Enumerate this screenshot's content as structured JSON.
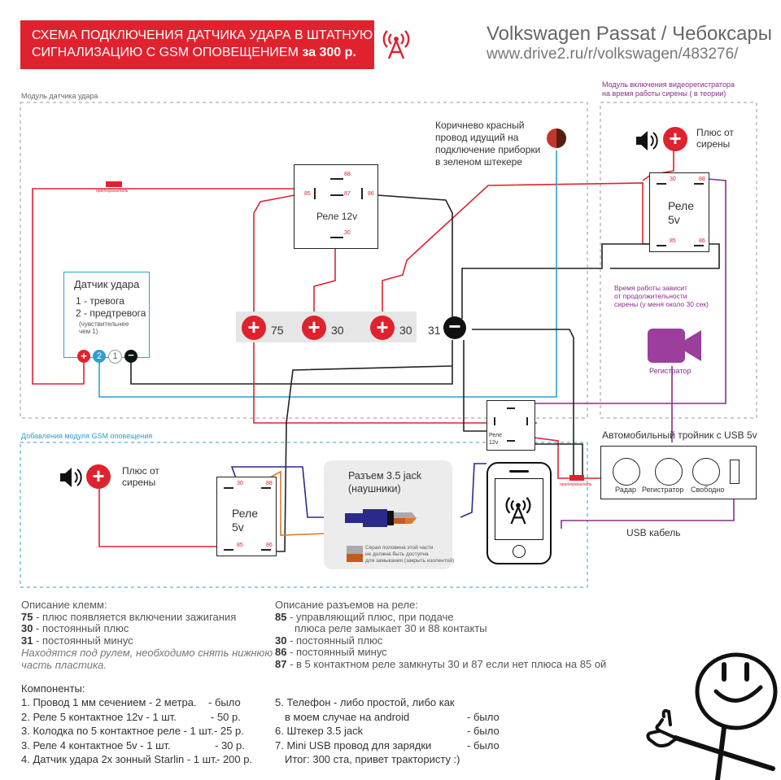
{
  "header": {
    "title_line1": "СХЕМА ПОДКЛЮЧЕНИЯ ДАТЧИКА УДАРА В ШТАТНУЮ",
    "title_line2_prefix": "СИГНАЛИЗАЦИЮ С GSM ОПОВЕЩЕНИЕМ ",
    "title_line2_bold": "за 300 р.",
    "car_title": "Volkswagen Passat / Чебоксары",
    "site_url": "www.drive2.ru/r/volkswagen/483276/"
  },
  "colors": {
    "brand_red": "#e0222f",
    "wire_blue": "#2d9fd0",
    "wire_purple": "#8b2d8e",
    "wire_navy": "#2b2a8a",
    "wire_orange": "#d97a2b"
  },
  "sections": {
    "shock_module": "Модуль датчика удара",
    "video_module_line1": "Модуль включения видеорегистратора",
    "video_module_line2": "на время работы сирены ( в теории)",
    "gsm_module": "Добавления модуля GSM оповещения"
  },
  "shock_sensor": {
    "title": "Датчик удара",
    "line1": "1 - тревога",
    "line2": "2 - предтревога",
    "note_line1": "(чувствительнее",
    "note_line2": "чем 1)",
    "pins": [
      "+",
      "2",
      "1",
      "−"
    ]
  },
  "fuse_label": "предохранитель",
  "brown_wire": {
    "line1": "Коричнево красный",
    "line2": "провод идущий на",
    "line3": "подключение приборки",
    "line4": "в зеленом штекере"
  },
  "relay12": {
    "label": "Реле 12v",
    "pins": {
      "p88": "88",
      "p85": "85",
      "p87": "87",
      "p86": "86",
      "p30": "30"
    }
  },
  "terminals": [
    {
      "sign": "+",
      "num": "75"
    },
    {
      "sign": "+",
      "num": "30"
    },
    {
      "sign": "+",
      "num": "30"
    },
    {
      "sign": "−",
      "num": "31"
    }
  ],
  "video_module": {
    "siren_plus": "Плюс от",
    "siren_plus2": "сирены",
    "relay_label1": "Реле",
    "relay_label2": "5v",
    "relay_pins": {
      "p30": "30",
      "p88": "88",
      "p85": "85",
      "p86": "86"
    },
    "time_note_line1": "Время работы зависит",
    "time_note_line2": "от продолжительности",
    "time_note_line3": "сирены (у меня около 30 сек)",
    "camera_label": "Регистратор"
  },
  "small_relay": {
    "line1": "Реле",
    "line2": "12v"
  },
  "usb_splitter": {
    "title": "Автомобильный тройник с USB 5v",
    "ports": [
      "Радар",
      "Регистратор",
      "Свободно"
    ],
    "cable_label": "USB кабель"
  },
  "gsm_module": {
    "siren_plus": "Плюс от",
    "siren_plus2": "сирены",
    "relay_label1": "Реле",
    "relay_label2": "5v",
    "relay_pins": {
      "p30": "30",
      "p88": "88",
      "p85": "85",
      "p86": "86"
    },
    "jack_title1": "Разъем 3.5 jack",
    "jack_title2": "(наушники)",
    "jack_note1": "Серая половина этой части",
    "jack_note2": "не должна быть доступна",
    "jack_note3": "для замыкания (закрыть изолентой)"
  },
  "terminal_desc": {
    "heading": "Описание клемм:",
    "rows": [
      {
        "k": "75",
        "v": " - плюс появляется включении зажигания"
      },
      {
        "k": "30",
        "v": " - постоянный плюс"
      },
      {
        "k": "31",
        "v": " - постоянный минус"
      }
    ],
    "note1": "Находятся под рулем, необходимо снять нижнюю",
    "note2": "часть пластика."
  },
  "relay_desc": {
    "heading": "Описание разъемов на реле:",
    "r85k": "85",
    "r85a": " - управляющий плюс, при подаче",
    "r85b": "плюса реле замыкает 30 и 88 контакты",
    "r30k": "30",
    "r30": " - постоянный плюс",
    "r86k": "86",
    "r86": " - постоянный минус",
    "r87k": "87",
    "r87": " - в 5 контактном реле замкнуты 30 и 87 если нет плюса на 85 ой"
  },
  "components": {
    "heading": "Компоненты:",
    "left": [
      {
        "name": "1. Провод 1 мм сечением - 2 метра.",
        "val": "- было"
      },
      {
        "name": "2. Реле 5 контактное 12v - 1 шт.",
        "val": "- 50 р."
      },
      {
        "name": "3. Колодка по 5 контактное реле - 1 шт.",
        "val": "- 25 р."
      },
      {
        "name": "3. Реле 4 контактное 5v - 1 шт.",
        "val": "- 30 р."
      },
      {
        "name": "4. Датчик удара 2х зонный Starlin - 1 шт.",
        "val": "- 200 р."
      }
    ],
    "right": [
      {
        "name": "5. Телефон - либо простой, либо как",
        "val": ""
      },
      {
        "name": "в моем случае на android",
        "val": "- было"
      },
      {
        "name": "6. Штекер 3.5 jack",
        "val": "- было"
      },
      {
        "name": "7. Mini USB провод для зарядки",
        "val": "- было"
      },
      {
        "name": "Итог: 300 ста, привет трактористу :)",
        "val": ""
      }
    ]
  }
}
